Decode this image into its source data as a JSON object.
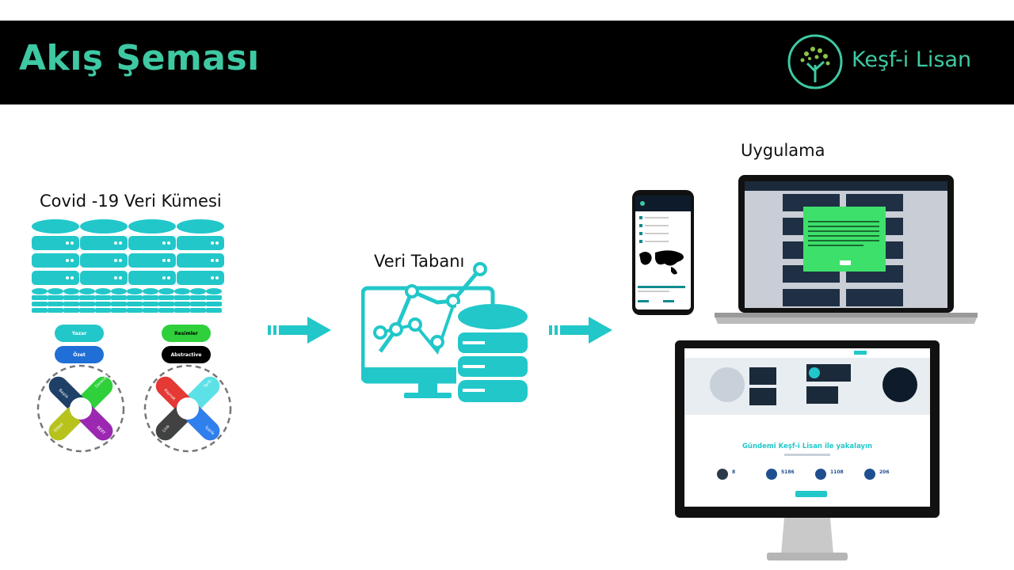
{
  "header": {
    "title": "Akış Şeması",
    "brand": "Keşf-i Lisan",
    "colors": {
      "bar": "#000000",
      "accent": "#3ec9a3"
    }
  },
  "sections": {
    "dataset": "Covid -19 Veri Kümesi",
    "database": "Veri Tabanı",
    "app": "Uygulama"
  },
  "tags": {
    "yazar": "Yazar",
    "ozet": "Özet",
    "resimler": "Resimler",
    "abstractive": "Abstractive"
  },
  "crosses": {
    "left": [
      "Başlık",
      "Derecelnix",
      "Etiket",
      "BERT"
    ],
    "right": [
      "Kaynak",
      "Tarih",
      "Link",
      "İçerik"
    ]
  },
  "screens": {
    "desktop_heading": "Gündemi Keşf-i Lisan ile yakalayın",
    "stats": [
      "8",
      "5186",
      "1108",
      "206"
    ]
  },
  "colors": {
    "teal": "#22c7c9",
    "blue": "#1f6fd6",
    "green": "#2fd03b",
    "black": "#000000",
    "arrow": "#22c7c9"
  }
}
